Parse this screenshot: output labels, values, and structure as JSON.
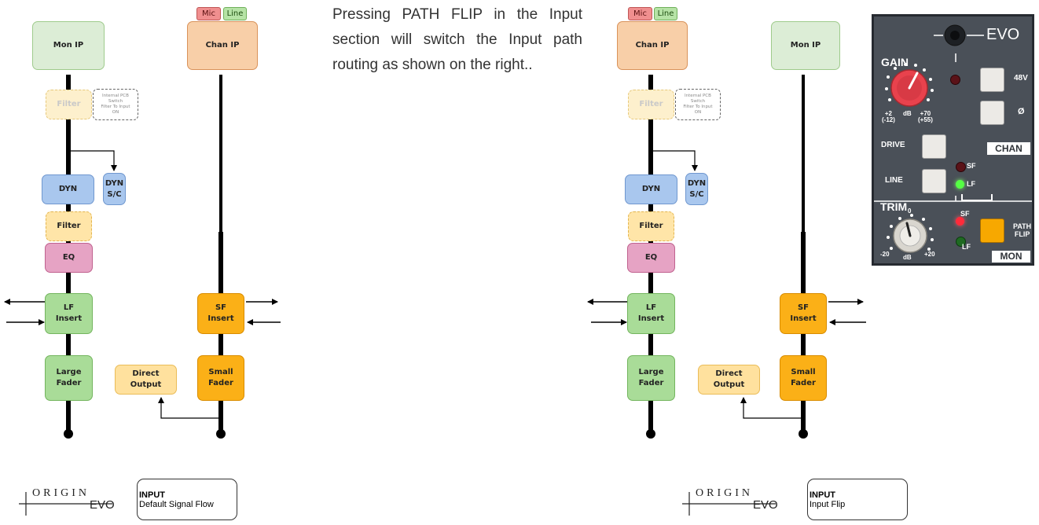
{
  "left_diagram": {
    "input_selector": {
      "mic": "Mic",
      "line": "Line"
    },
    "mon_ip": "Mon IP",
    "chan_ip": "Chan IP",
    "filter_faded": "Filter",
    "filter_note": "Internal PCB\nSwitch\nFilter To Input\nON",
    "dyn": "DYN",
    "dyn_sc": "DYN\nS/C",
    "filter": "Filter",
    "eq": "EQ",
    "lf_insert": "LF\nInsert",
    "sf_insert": "SF\nInsert",
    "large_fader": "Large\nFader",
    "direct_output": "Direct\nOutput",
    "small_fader": "Small\nFader"
  },
  "right_diagram": {
    "input_selector": {
      "mic": "Mic",
      "line": "Line"
    },
    "chan_ip": "Chan IP",
    "mon_ip": "Mon IP",
    "filter_faded": "Filter",
    "filter_note": "Internal PCB\nSwitch\nFilter To Input\nON",
    "dyn": "DYN",
    "dyn_sc": "DYN\nS/C",
    "filter": "Filter",
    "eq": "EQ",
    "lf_insert": "LF\nInsert",
    "sf_insert": "SF\nInsert",
    "large_fader": "Large\nFader",
    "direct_output": "Direct\nOutput",
    "small_fader": "Small\nFader"
  },
  "description": "Pressing PATH FLIP in the Input section will switch the Input path routing as shown on the right..",
  "logo": {
    "origin": "ORIGIN",
    "evo": "EVO"
  },
  "captions": [
    {
      "title": "INPUT",
      "subtitle": "Default Signal Flow"
    },
    {
      "title": "INPUT",
      "subtitle": "Input Flip"
    }
  ],
  "panel": {
    "brand": "EVO",
    "gain": "GAIN",
    "gain_scale_left": "+2\n(-12)",
    "gain_scale_db": "dB",
    "gain_scale_right": "+70\n(+55)",
    "btn_48v": "48V",
    "btn_phase": "Ø",
    "drive": "DRIVE",
    "chan_tag": "CHAN",
    "line": "LINE",
    "led_sf": "SF",
    "led_lf": "LF",
    "trim": "TRIM",
    "trim_zero": "0",
    "trim_min": "-20",
    "trim_db": "dB",
    "trim_max": "+20",
    "led2_sf": "SF",
    "led2_lf": "LF",
    "path_flip": "PATH\nFLIP",
    "mon_tag": "MON",
    "colors": {
      "panel": "#4a5058",
      "gain_knob": "#e8424d",
      "path_flip": "#f7a800",
      "led_green": "#55ff44",
      "led_red": "#ff2a3a"
    }
  }
}
